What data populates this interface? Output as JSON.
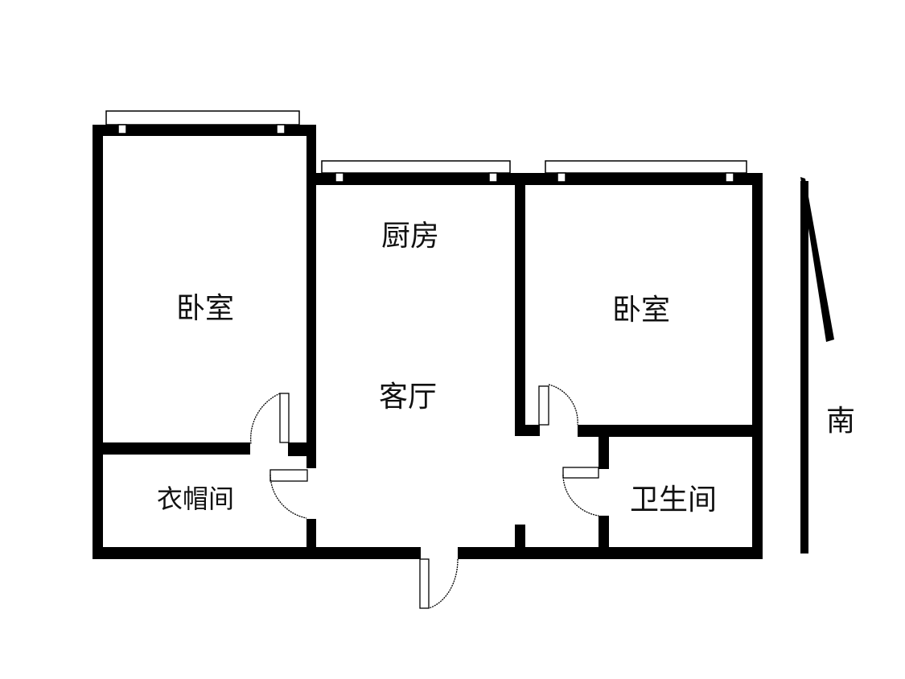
{
  "rooms": {
    "bedroom_left": "卧室",
    "kitchen": "厨房",
    "bedroom_right": "卧室",
    "living_room": "客厅",
    "cloakroom": "衣帽间",
    "bathroom": "卫生间"
  },
  "compass": {
    "direction_label": "南"
  },
  "colors": {
    "wall": "#000000",
    "background": "#ffffff"
  }
}
